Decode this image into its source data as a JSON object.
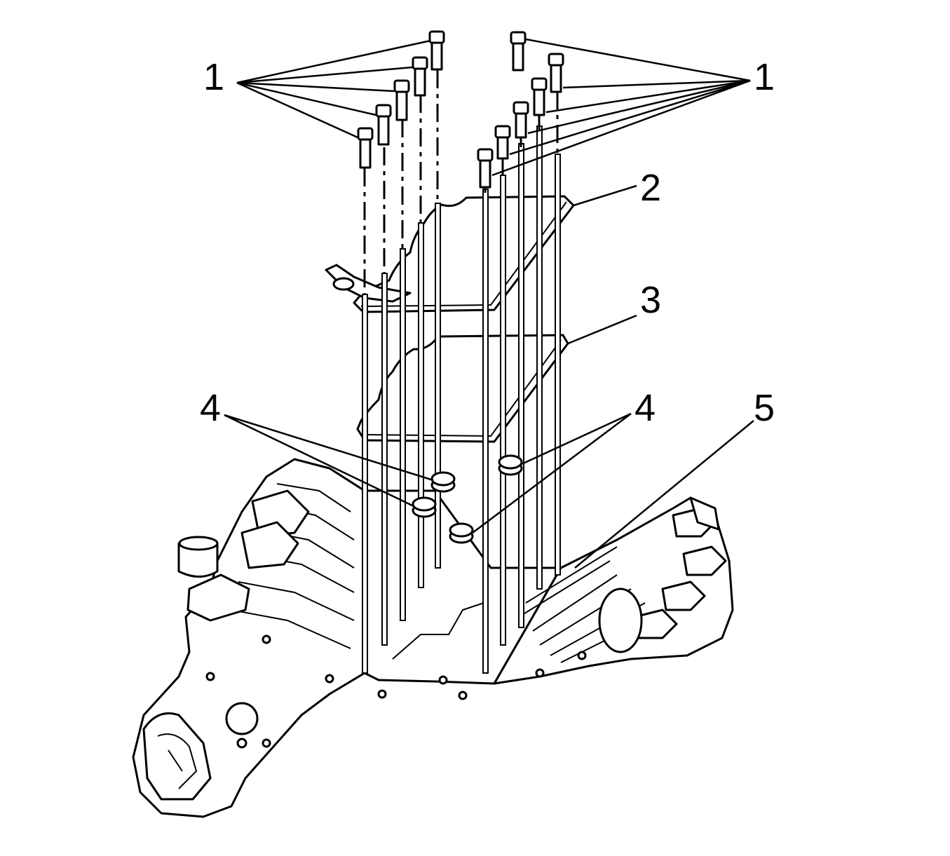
{
  "callouts": {
    "bolts_left": "1",
    "bolts_right": "1",
    "upper_gasket": "2",
    "lower_gasket": "3",
    "washers_left": "4",
    "washers_right": "4",
    "intake_manifold": "5"
  }
}
